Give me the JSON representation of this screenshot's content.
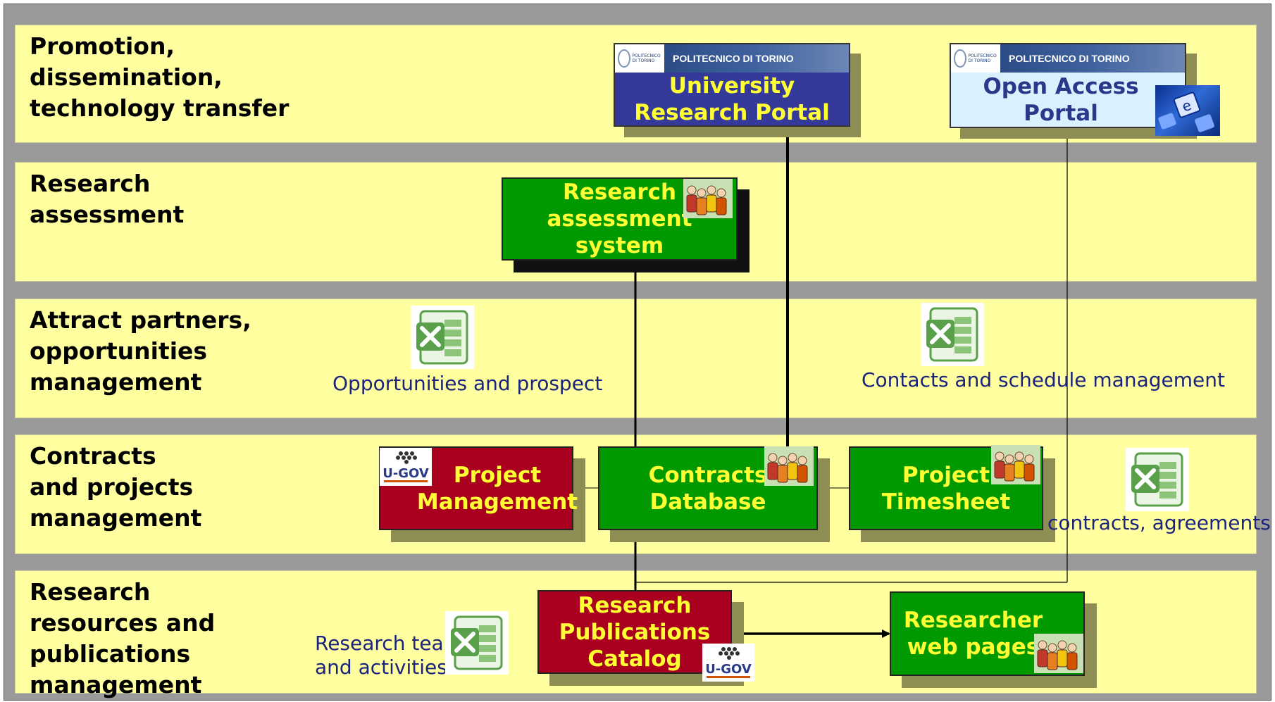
{
  "bands": [
    {
      "label": "Promotion,\ndissemination,\ntechnology transfer"
    },
    {
      "label": "Research\nassessment"
    },
    {
      "label": "Attract partners,\nopportunities\nmanagement"
    },
    {
      "label": "Contracts\nand projects\nmanagement"
    },
    {
      "label": "Research\nresources and\npublications\nmanagement"
    }
  ],
  "portals": {
    "university": {
      "header": "POLITECNICO DI TORINO",
      "title": "University\nResearch Portal",
      "logo_text": "POLITECNICO DI TORINO"
    },
    "open_access": {
      "header": "POLITECNICO DI TORINO",
      "title": "Open Access\nPortal",
      "logo_text": "POLITECNICO DI TORINO"
    }
  },
  "systems": {
    "assessment": "Research\nassessment\nsystem",
    "project_management": "Project\nManagement",
    "contracts_db": "Contracts\nDatabase",
    "timesheet": "Project\nTimesheet",
    "publications": "Research\nPublications\nCatalog",
    "web_pages": "Researcher\nweb pages"
  },
  "labels": {
    "opportunities": "Opportunities and prospect",
    "contacts": "Contacts and schedule management",
    "contracts_agreements": "contracts, agreements",
    "research_team": "Research team\nand activities"
  },
  "logos": {
    "ugov": "U-GOV"
  },
  "icons": {
    "people": "people-group-icon",
    "spreadsheet": "excel-spreadsheet-icon",
    "keyboard": "keyboard-e-key-icon"
  },
  "colors": {
    "background": "#9a9a9a",
    "band": "#ffff9f",
    "green_box": "#009900",
    "red_box": "#a8001e",
    "box_text": "#ffff33",
    "portal_dark": "#353a9a",
    "portal_light": "#d9f1ff",
    "label_text": "#1a237e"
  }
}
